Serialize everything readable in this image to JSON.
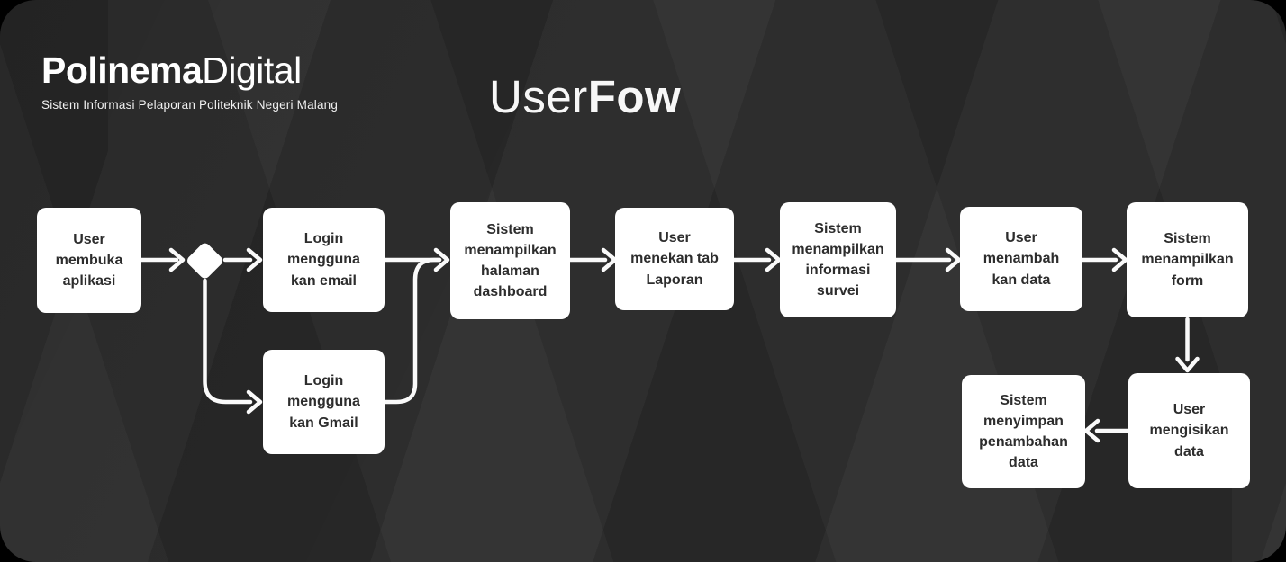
{
  "brand": {
    "name_bold": "Polinema",
    "name_light": "Digital",
    "subtitle": "Sistem Informasi Pelaporan Politeknik Negeri Malang"
  },
  "title": {
    "regular": "User",
    "bold": "Fow"
  },
  "colors": {
    "outside": "#000000",
    "canvas_bg": "#272727",
    "node_bg": "#ffffff",
    "node_text": "#2d2d2d",
    "connector": "#fafafa"
  },
  "flow": {
    "nodes": [
      {
        "id": "buka-aplikasi",
        "shape": "rect",
        "label": "User membuka aplikasi"
      },
      {
        "id": "login-email",
        "shape": "rect",
        "label": "Login mengguna kan email"
      },
      {
        "id": "login-gmail",
        "shape": "rect",
        "label": "Login mengguna kan Gmail"
      },
      {
        "id": "dashboard",
        "shape": "rect",
        "label": "Sistem menampilkan halaman dashboard"
      },
      {
        "id": "tab-laporan",
        "shape": "rect",
        "label": "User menekan tab Laporan"
      },
      {
        "id": "info-survei",
        "shape": "rect",
        "label": "Sistem menampilkan informasi survei"
      },
      {
        "id": "tambah-data",
        "shape": "rect",
        "label": "User menambah kan data"
      },
      {
        "id": "tampil-form",
        "shape": "rect",
        "label": "Sistem menampilkan form"
      },
      {
        "id": "isi-data",
        "shape": "rect",
        "label": "User mengisikan data"
      },
      {
        "id": "simpan-data",
        "shape": "rect",
        "label": "Sistem menyimpan penambahan data"
      }
    ],
    "decision": {
      "id": "pilih-login",
      "shape": "diamond",
      "label": ""
    },
    "edges": [
      {
        "from": "buka-aplikasi",
        "to": "pilih-login"
      },
      {
        "from": "pilih-login",
        "to": "login-email"
      },
      {
        "from": "pilih-login",
        "to": "login-gmail"
      },
      {
        "from": "login-email",
        "to": "dashboard"
      },
      {
        "from": "login-gmail",
        "to": "dashboard"
      },
      {
        "from": "dashboard",
        "to": "tab-laporan"
      },
      {
        "from": "tab-laporan",
        "to": "info-survei"
      },
      {
        "from": "info-survei",
        "to": "tambah-data"
      },
      {
        "from": "tambah-data",
        "to": "tampil-form"
      },
      {
        "from": "tampil-form",
        "to": "isi-data"
      },
      {
        "from": "isi-data",
        "to": "simpan-data"
      }
    ]
  }
}
